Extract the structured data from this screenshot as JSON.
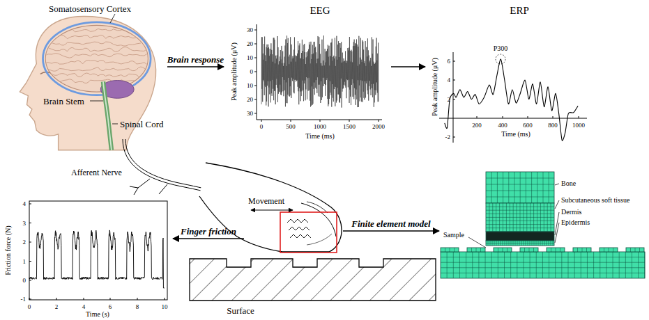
{
  "diagram": {
    "nodes": [
      {
        "text": [
          "Somatosensory Cortex",
          "Brain Stem",
          "Spinal Cord"
        ]
      },
      {
        "text": [
          "EEG",
          "Peak amplitude (μV)",
          "Time (ms)"
        ]
      },
      {
        "text": [
          "ERP",
          "P300",
          "Peak amplitude (μV)",
          "Time (ms)"
        ]
      },
      {
        "text": [
          "Movement"
        ]
      },
      {
        "text": [
          "Bone",
          "Subcutaneous soft tissue",
          "Dermis",
          "Epidermis",
          "Sample"
        ]
      },
      {
        "text": [
          "Friction force (N)",
          "Time (s)"
        ]
      }
    ],
    "edges": [
      {
        "from": 0,
        "to": 1,
        "arrow": "to",
        "label": "Brain response"
      },
      {
        "from": 1,
        "to": 2,
        "arrow": "to"
      },
      {
        "from": 3,
        "to": 4,
        "arrow": "to",
        "label": "Finite element model"
      },
      {
        "from": 3,
        "to": 5,
        "arrow": "to",
        "label": "Finger friction"
      }
    ],
    "labels": [
      "30",
      "20",
      "10",
      "0",
      "10",
      "20",
      "30",
      "0",
      "500",
      "1000",
      "1500",
      "2000",
      "6",
      "4",
      "2",
      "-2",
      "200",
      "400",
      "600",
      "800",
      "1000",
      "4",
      "3",
      "2",
      "1",
      "0",
      "-1",
      "0",
      "2",
      "4",
      "6",
      "8",
      "10",
      "Afferent Nerve",
      "Surface"
    ]
  }
}
